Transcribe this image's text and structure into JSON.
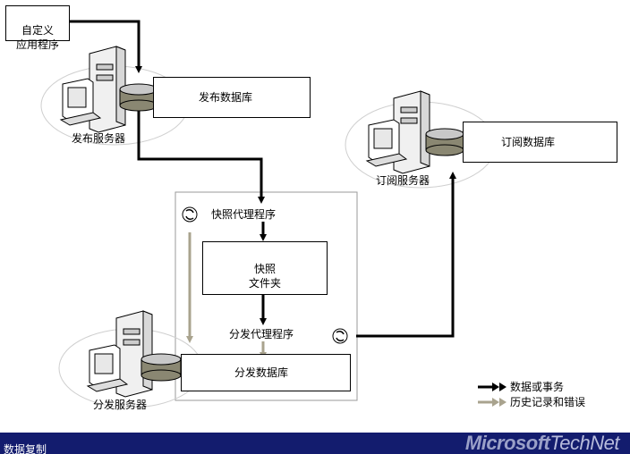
{
  "labels": {
    "custom_app": "自定义\n应用程序",
    "publisher_db": "发布数据库",
    "publisher_server": "发布服务器",
    "subscriber_db": "订阅数据库",
    "subscriber_server": "订阅服务器",
    "snapshot_agent": "快照代理程序",
    "snapshot_folder": "快照\n文件夹",
    "distribution_agent": "分发代理程序",
    "distribution_db": "分发数据库",
    "distributor_server": "分发服务器"
  },
  "legend": {
    "data": "数据或事务",
    "history": "历史记录和错误"
  },
  "footer": {
    "text": "数据复制",
    "brand_microsoft": "Microsoft",
    "brand_technet": "TechNet"
  },
  "colors": {
    "data_arrow": "#000000",
    "history_arrow": "#a9a38e",
    "footer_bg": "#131c6e",
    "db_top": "#c8c8c8",
    "db_side": "#8a8772"
  }
}
